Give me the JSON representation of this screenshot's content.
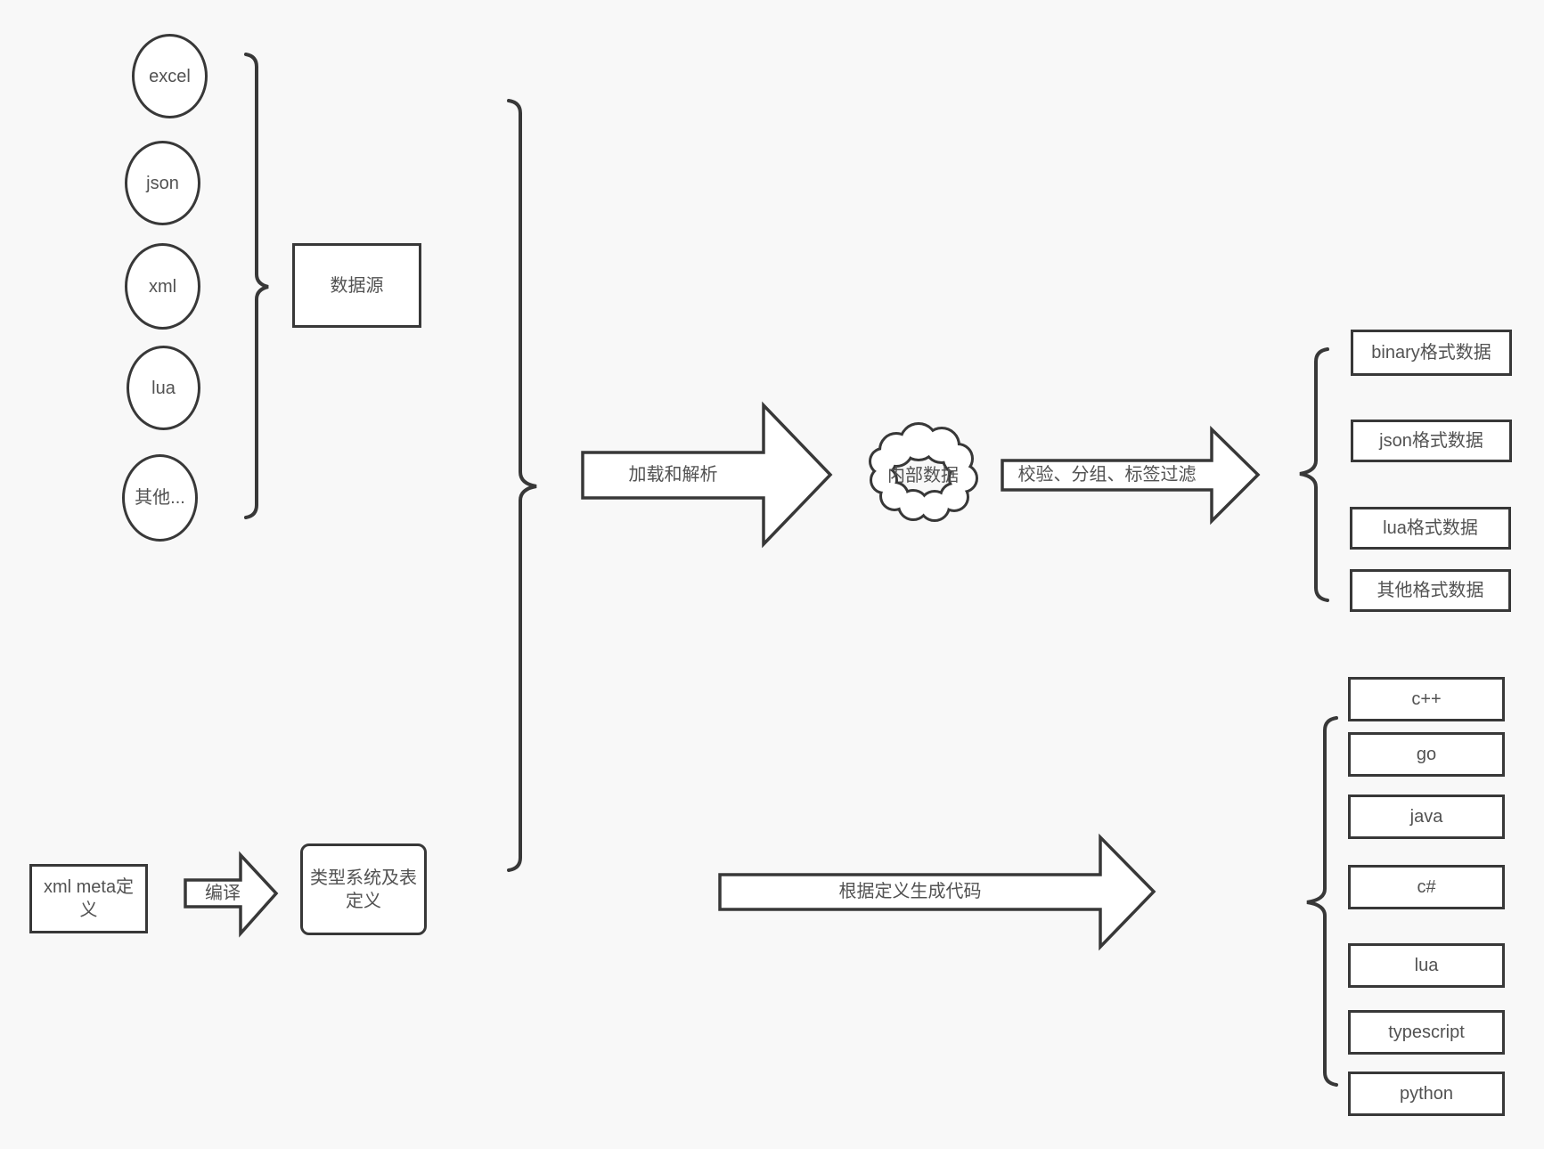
{
  "colors": {
    "background": "#f8f8f8",
    "shape_stroke": "#383838",
    "shape_fill": "#ffffff",
    "text": "#525252"
  },
  "sources": {
    "group_label": "数据源",
    "items": [
      "excel",
      "json",
      "xml",
      "lua",
      "其他..."
    ]
  },
  "pipeline": {
    "load_arrow_label": "加载和解析",
    "cloud_label": "内部数据",
    "filter_arrow_label": "校验、分组、标签过滤"
  },
  "outputs": {
    "items": [
      "binary格式数据",
      "json格式数据",
      "lua格式数据",
      "其他格式数据"
    ]
  },
  "definitions": {
    "xml_meta_label": "xml meta定义",
    "compile_arrow_label": "编译",
    "type_system_label": "类型系统及表定义",
    "codegen_arrow_label": "根据定义生成代码"
  },
  "languages": {
    "items": [
      "c++",
      "go",
      "java",
      "c#",
      "lua",
      "typescript",
      "python"
    ]
  }
}
